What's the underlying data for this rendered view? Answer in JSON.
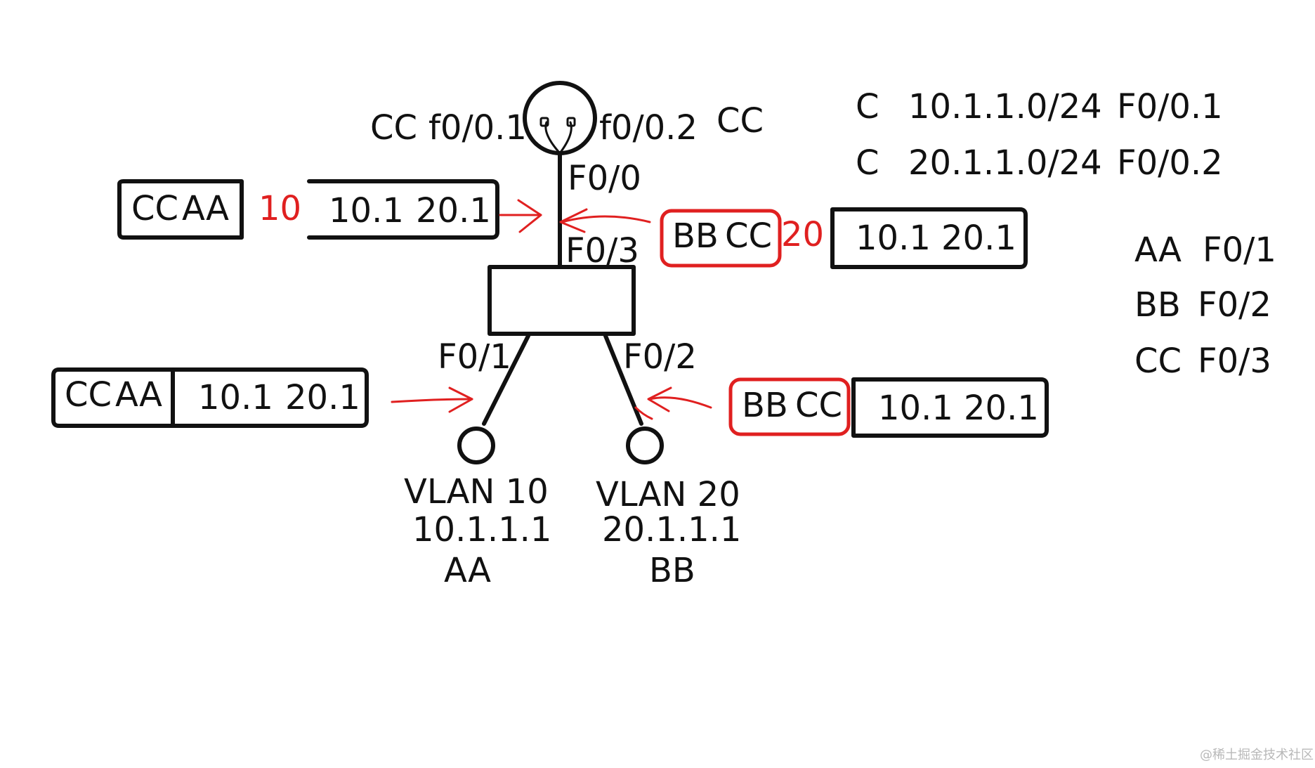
{
  "colors": {
    "ink": "#111111",
    "accent_red": "#e02020",
    "watermark": "#b8b8b8"
  },
  "router": {
    "label": "CC",
    "sub1": "f0/0.1",
    "sub2": "f0/0.2",
    "uplink": "F0/0"
  },
  "switch": {
    "port_to_router": "F0/3",
    "port_aa": "F0/1",
    "port_bb": "F0/2"
  },
  "routes": [
    {
      "code": "C",
      "network": "10.1.1.0/24",
      "iface": "F0/0.1"
    },
    {
      "code": "C",
      "network": "20.1.1.0/24",
      "iface": "F0/0.2"
    }
  ],
  "mac_table": [
    {
      "host": "AA",
      "port": "F0/1"
    },
    {
      "host": "BB",
      "port": "F0/2"
    },
    {
      "host": "CC",
      "port": "F0/3"
    }
  ],
  "frames": {
    "trunk_aa": {
      "dst": "CC",
      "src": "AA",
      "vlan_tag": "10",
      "src_ip": "10.1",
      "dst_ip": "20.1"
    },
    "trunk_bb": {
      "dst": "BB",
      "src": "CC",
      "vlan_tag": "20",
      "src_ip": "10.1",
      "dst_ip": "20.1"
    },
    "access_aa": {
      "dst": "CC",
      "src": "AA",
      "src_ip": "10.1",
      "dst_ip": "20.1"
    },
    "access_bb": {
      "dst": "BB",
      "src": "CC",
      "src_ip": "10.1",
      "dst_ip": "20.1"
    }
  },
  "hosts": [
    {
      "vlan": "VLAN 10",
      "ip": "10.1.1.1",
      "name": "AA"
    },
    {
      "vlan": "VLAN 20",
      "ip": "20.1.1.1",
      "name": "BB"
    }
  ],
  "watermark": "@稀土掘金技术社区"
}
